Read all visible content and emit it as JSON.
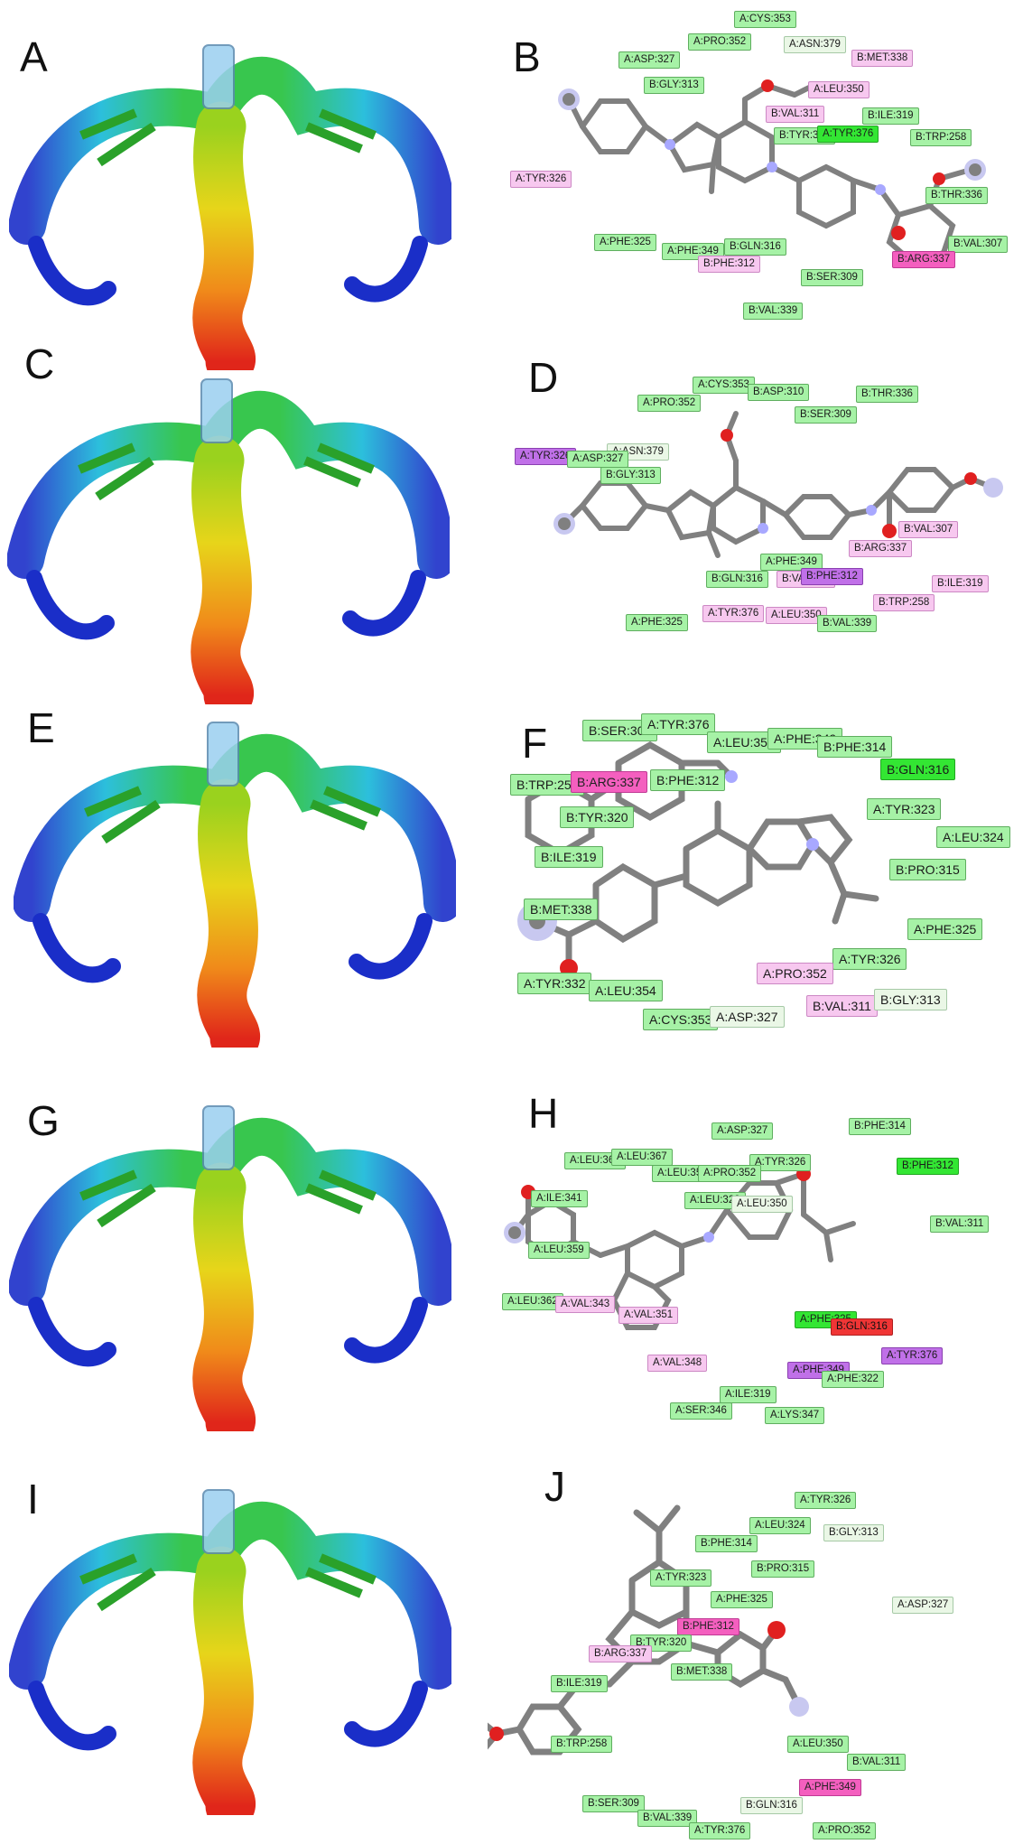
{
  "panels": [
    {
      "letter": "A"
    },
    {
      "letter": "B"
    },
    {
      "letter": "C"
    },
    {
      "letter": "D"
    },
    {
      "letter": "E"
    },
    {
      "letter": "F"
    },
    {
      "letter": "G"
    },
    {
      "letter": "H"
    },
    {
      "letter": "I"
    },
    {
      "letter": "J"
    }
  ],
  "colors": {
    "green": "#a6f2a6",
    "bright_green": "#33e633",
    "pale_green": "#eaf7e6",
    "pink": "#f7c8ef",
    "hot_pink": "#f45fbf",
    "purple": "#c070e8",
    "red": "#f03535",
    "atom_carbon": "#808080",
    "atom_nitrogen": "#a8a8ff",
    "atom_oxygen": "#e02020"
  },
  "residues": {
    "B": [
      {
        "label": "A:CYS:353",
        "color": "green"
      },
      {
        "label": "A:ASN:379",
        "color": "pale"
      },
      {
        "label": "A:PRO:352",
        "color": "green"
      },
      {
        "label": "A:ASP:327",
        "color": "green"
      },
      {
        "label": "B:MET:338",
        "color": "pink"
      },
      {
        "label": "B:GLY:313",
        "color": "green"
      },
      {
        "label": "A:LEU:350",
        "color": "pink"
      },
      {
        "label": "B:VAL:311",
        "color": "pink"
      },
      {
        "label": "B:ILE:319",
        "color": "green"
      },
      {
        "label": "B:TYR:320",
        "color": "green"
      },
      {
        "label": "A:TYR:376",
        "color": "bright"
      },
      {
        "label": "B:TRP:258",
        "color": "green"
      },
      {
        "label": "A:TYR:326",
        "color": "pink"
      },
      {
        "label": "B:THR:336",
        "color": "green"
      },
      {
        "label": "A:PHE:325",
        "color": "green"
      },
      {
        "label": "A:PHE:349",
        "color": "green"
      },
      {
        "label": "B:GLN:316",
        "color": "green"
      },
      {
        "label": "B:VAL:307",
        "color": "green"
      },
      {
        "label": "B:PHE:312",
        "color": "pink"
      },
      {
        "label": "B:ARG:337",
        "color": "hotpink"
      },
      {
        "label": "B:SER:309",
        "color": "green"
      },
      {
        "label": "B:VAL:339",
        "color": "green"
      }
    ],
    "D": [
      {
        "label": "A:CYS:353",
        "color": "green"
      },
      {
        "label": "B:ASP:310",
        "color": "green"
      },
      {
        "label": "B:THR:336",
        "color": "green"
      },
      {
        "label": "A:PRO:352",
        "color": "green"
      },
      {
        "label": "B:SER:309",
        "color": "green"
      },
      {
        "label": "A:ASN:379",
        "color": "pale"
      },
      {
        "label": "A:TYR:326",
        "color": "purple"
      },
      {
        "label": "A:ASP:327",
        "color": "green"
      },
      {
        "label": "B:GLY:313",
        "color": "green"
      },
      {
        "label": "B:VAL:307",
        "color": "pink"
      },
      {
        "label": "B:ARG:337",
        "color": "pink"
      },
      {
        "label": "A:PHE:349",
        "color": "green"
      },
      {
        "label": "B:GLN:316",
        "color": "green"
      },
      {
        "label": "B:VAL:311",
        "color": "pink"
      },
      {
        "label": "B:PHE:312",
        "color": "purple"
      },
      {
        "label": "B:ILE:319",
        "color": "pink"
      },
      {
        "label": "B:TRP:258",
        "color": "pink"
      },
      {
        "label": "A:PHE:325",
        "color": "green"
      },
      {
        "label": "A:TYR:376",
        "color": "pink"
      },
      {
        "label": "A:LEU:350",
        "color": "pink"
      },
      {
        "label": "B:VAL:339",
        "color": "green"
      }
    ],
    "F": [
      {
        "label": "B:SER:309",
        "color": "green"
      },
      {
        "label": "A:TYR:376",
        "color": "green"
      },
      {
        "label": "A:LEU:350",
        "color": "green"
      },
      {
        "label": "A:PHE:349",
        "color": "green"
      },
      {
        "label": "B:PHE:314",
        "color": "green"
      },
      {
        "label": "B:GLN:316",
        "color": "bright"
      },
      {
        "label": "B:TRP:258",
        "color": "green"
      },
      {
        "label": "B:ARG:337",
        "color": "hotpink"
      },
      {
        "label": "B:PHE:312",
        "color": "green"
      },
      {
        "label": "A:TYR:323",
        "color": "green"
      },
      {
        "label": "B:TYR:320",
        "color": "green"
      },
      {
        "label": "A:LEU:324",
        "color": "green"
      },
      {
        "label": "B:ILE:319",
        "color": "green"
      },
      {
        "label": "B:PRO:315",
        "color": "green"
      },
      {
        "label": "B:MET:338",
        "color": "green"
      },
      {
        "label": "A:PHE:325",
        "color": "green"
      },
      {
        "label": "A:TYR:326",
        "color": "green"
      },
      {
        "label": "A:PRO:352",
        "color": "pink"
      },
      {
        "label": "A:TYR:332",
        "color": "green"
      },
      {
        "label": "A:LEU:354",
        "color": "green"
      },
      {
        "label": "B:VAL:311",
        "color": "pink"
      },
      {
        "label": "B:GLY:313",
        "color": "pale"
      },
      {
        "label": "A:CYS:353",
        "color": "green"
      },
      {
        "label": "A:ASP:327",
        "color": "pale"
      }
    ],
    "H": [
      {
        "label": "A:ASP:327",
        "color": "green"
      },
      {
        "label": "B:PHE:314",
        "color": "green"
      },
      {
        "label": "A:LEU:365",
        "color": "green"
      },
      {
        "label": "A:LEU:367",
        "color": "green"
      },
      {
        "label": "A:TYR:326",
        "color": "green"
      },
      {
        "label": "A:LEU:355",
        "color": "green"
      },
      {
        "label": "A:PRO:352",
        "color": "green"
      },
      {
        "label": "B:PHE:312",
        "color": "bright"
      },
      {
        "label": "A:ILE:341",
        "color": "green"
      },
      {
        "label": "A:LEU:328",
        "color": "green"
      },
      {
        "label": "A:LEU:350",
        "color": "pale"
      },
      {
        "label": "B:VAL:311",
        "color": "green"
      },
      {
        "label": "A:LEU:359",
        "color": "green"
      },
      {
        "label": "A:LEU:362",
        "color": "green"
      },
      {
        "label": "A:VAL:343",
        "color": "pink"
      },
      {
        "label": "A:VAL:351",
        "color": "pink"
      },
      {
        "label": "A:PHE:325",
        "color": "bright"
      },
      {
        "label": "B:GLN:316",
        "color": "red"
      },
      {
        "label": "A:TYR:376",
        "color": "purple"
      },
      {
        "label": "A:VAL:348",
        "color": "pink"
      },
      {
        "label": "A:PHE:349",
        "color": "purple"
      },
      {
        "label": "A:PHE:322",
        "color": "green"
      },
      {
        "label": "A:ILE:319",
        "color": "green"
      },
      {
        "label": "A:SER:346",
        "color": "green"
      },
      {
        "label": "A:LYS:347",
        "color": "green"
      }
    ],
    "J": [
      {
        "label": "A:TYR:326",
        "color": "green"
      },
      {
        "label": "A:LEU:324",
        "color": "green"
      },
      {
        "label": "B:GLY:313",
        "color": "pale"
      },
      {
        "label": "B:PHE:314",
        "color": "green"
      },
      {
        "label": "B:PRO:315",
        "color": "green"
      },
      {
        "label": "A:TYR:323",
        "color": "green"
      },
      {
        "label": "A:PHE:325",
        "color": "green"
      },
      {
        "label": "A:ASP:327",
        "color": "pale"
      },
      {
        "label": "B:PHE:312",
        "color": "hotpink"
      },
      {
        "label": "B:TYR:320",
        "color": "green"
      },
      {
        "label": "B:ARG:337",
        "color": "pink"
      },
      {
        "label": "B:MET:338",
        "color": "green"
      },
      {
        "label": "B:ILE:319",
        "color": "green"
      },
      {
        "label": "B:TRP:258",
        "color": "green"
      },
      {
        "label": "A:LEU:350",
        "color": "green"
      },
      {
        "label": "B:VAL:311",
        "color": "green"
      },
      {
        "label": "A:PHE:349",
        "color": "hotpink"
      },
      {
        "label": "B:SER:309",
        "color": "green"
      },
      {
        "label": "B:GLN:316",
        "color": "pale"
      },
      {
        "label": "B:VAL:339",
        "color": "green"
      },
      {
        "label": "A:TYR:376",
        "color": "green"
      },
      {
        "label": "A:PRO:352",
        "color": "green"
      }
    ]
  }
}
